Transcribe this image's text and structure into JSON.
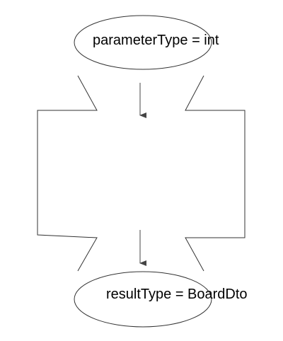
{
  "diagram": {
    "type": "flow",
    "nodes": [
      {
        "id": "parameter-type",
        "shape": "ellipse",
        "label": "parameterType = int"
      },
      {
        "id": "mapper",
        "shape": "bracket-frame",
        "label": ""
      },
      {
        "id": "result-type",
        "shape": "ellipse",
        "label": "resultType = BoardDto"
      }
    ],
    "edges": [
      {
        "from": "parameter-type",
        "to": "mapper",
        "directed": true
      },
      {
        "from": "mapper",
        "to": "result-type",
        "directed": true
      }
    ]
  },
  "colors": {
    "stroke": "#333333",
    "text": "#000000",
    "background": "#ffffff"
  }
}
